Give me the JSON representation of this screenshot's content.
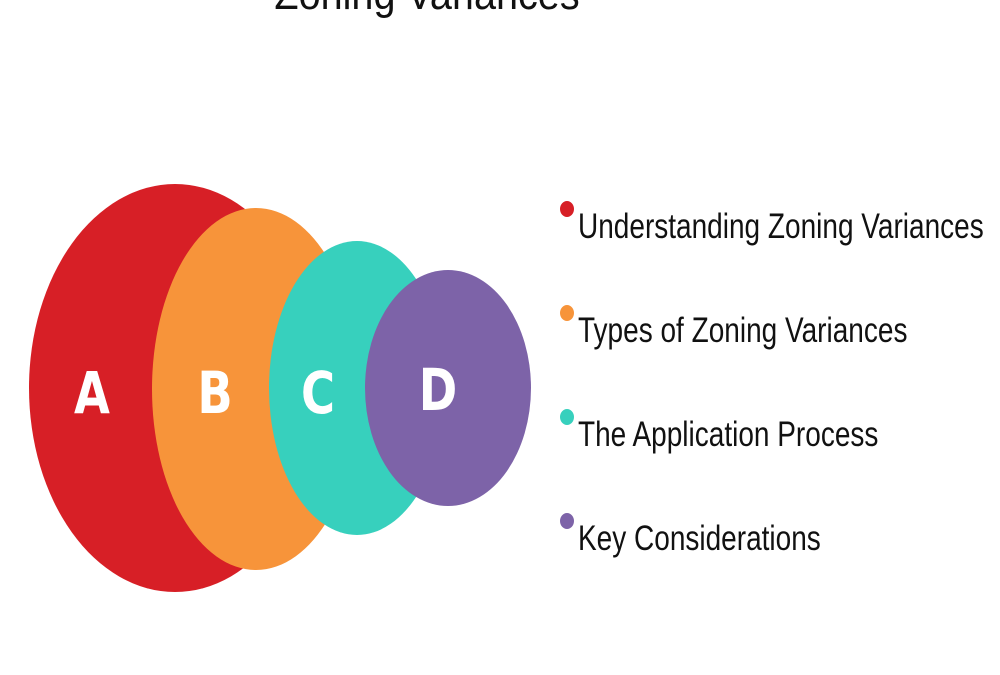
{
  "title": "Zoning Variances",
  "circles": [
    {
      "letter": "A",
      "color": "#d71f26"
    },
    {
      "letter": "B",
      "color": "#f7943a"
    },
    {
      "letter": "C",
      "color": "#37d0bd"
    },
    {
      "letter": "D",
      "color": "#7d63a8"
    }
  ],
  "legend": [
    {
      "label": "Understanding Zoning Variances",
      "color": "#d71f26"
    },
    {
      "label": "Types of Zoning Variances",
      "color": "#f7943a"
    },
    {
      "label": "The Application Process",
      "color": "#37d0bd"
    },
    {
      "label": "Key Considerations",
      "color": "#7d63a8"
    }
  ]
}
